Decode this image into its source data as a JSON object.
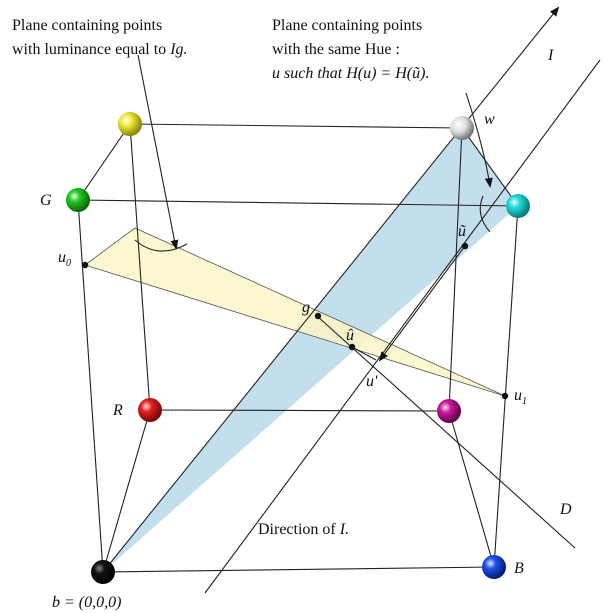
{
  "annotations": {
    "luminance_plane_line1": "Plane containing points",
    "luminance_plane_line2_prefix": "with luminance equal to ",
    "luminance_plane_line2_var": "Ig.",
    "hue_plane_line1": "Plane containing points",
    "hue_plane_line2": "with the same Hue :",
    "hue_plane_line3": "u such that H(u) = H(ũ).",
    "direction_label_prefix": "Direction of ",
    "direction_label_var": "I."
  },
  "vertex_labels": {
    "G": "G",
    "R": "R",
    "B": "B",
    "w": "w",
    "b": "b = (0,0,0)"
  },
  "point_labels": {
    "u0": "u",
    "u0_sub": "0",
    "u1": "u",
    "u1_sub": "1",
    "g": "g",
    "u_hat": "û",
    "u_prime": "u'",
    "u_tilde": "ũ"
  },
  "line_labels": {
    "I": "I",
    "D": "D"
  },
  "colors": {
    "yellow_plane": "#fbf6c8",
    "blue_plane": "#b7d7ea",
    "sphere_yellow": "#e8e000",
    "sphere_white": "#f0f0f0",
    "sphere_green": "#11cc11",
    "sphere_cyan": "#11d8d8",
    "sphere_red": "#e01010",
    "sphere_magenta": "#c01090",
    "sphere_black": "#000000",
    "sphere_blue": "#1040e0"
  }
}
